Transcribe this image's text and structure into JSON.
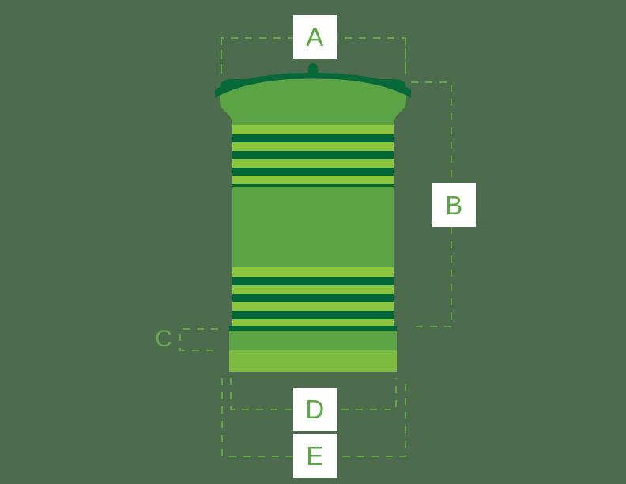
{
  "diagram": {
    "type": "technical-dimension-drawing",
    "subject": "ribbed-container-silhouette",
    "background_color": "#4d6b4d",
    "colors": {
      "background": "#4d6b4d",
      "body_mid_green": "#5ba344",
      "cap_dark_green": "#07693a",
      "rib_dark_green": "#006838",
      "rib_light_green": "#8cc63f",
      "base_light_green": "#7cba40",
      "guide_line_green": "#62a744",
      "label_text_green": "#5aa642",
      "label_box_white": "#ffffff"
    },
    "dimension_labels": [
      {
        "id": "A",
        "text": "A",
        "measures": "overall-width-top",
        "orientation": "horizontal",
        "has_box": true
      },
      {
        "id": "B",
        "text": "B",
        "measures": "body-height",
        "orientation": "vertical",
        "has_box": true
      },
      {
        "id": "C",
        "text": "C",
        "measures": "base-band-height",
        "orientation": "vertical",
        "has_box": false
      },
      {
        "id": "D",
        "text": "D",
        "measures": "inner-base-width",
        "orientation": "horizontal",
        "has_box": true
      },
      {
        "id": "E",
        "text": "E",
        "measures": "overall-base-width",
        "orientation": "horizontal",
        "has_box": true
      }
    ],
    "upper_rib_count": 4,
    "lower_rib_count": 4
  }
}
